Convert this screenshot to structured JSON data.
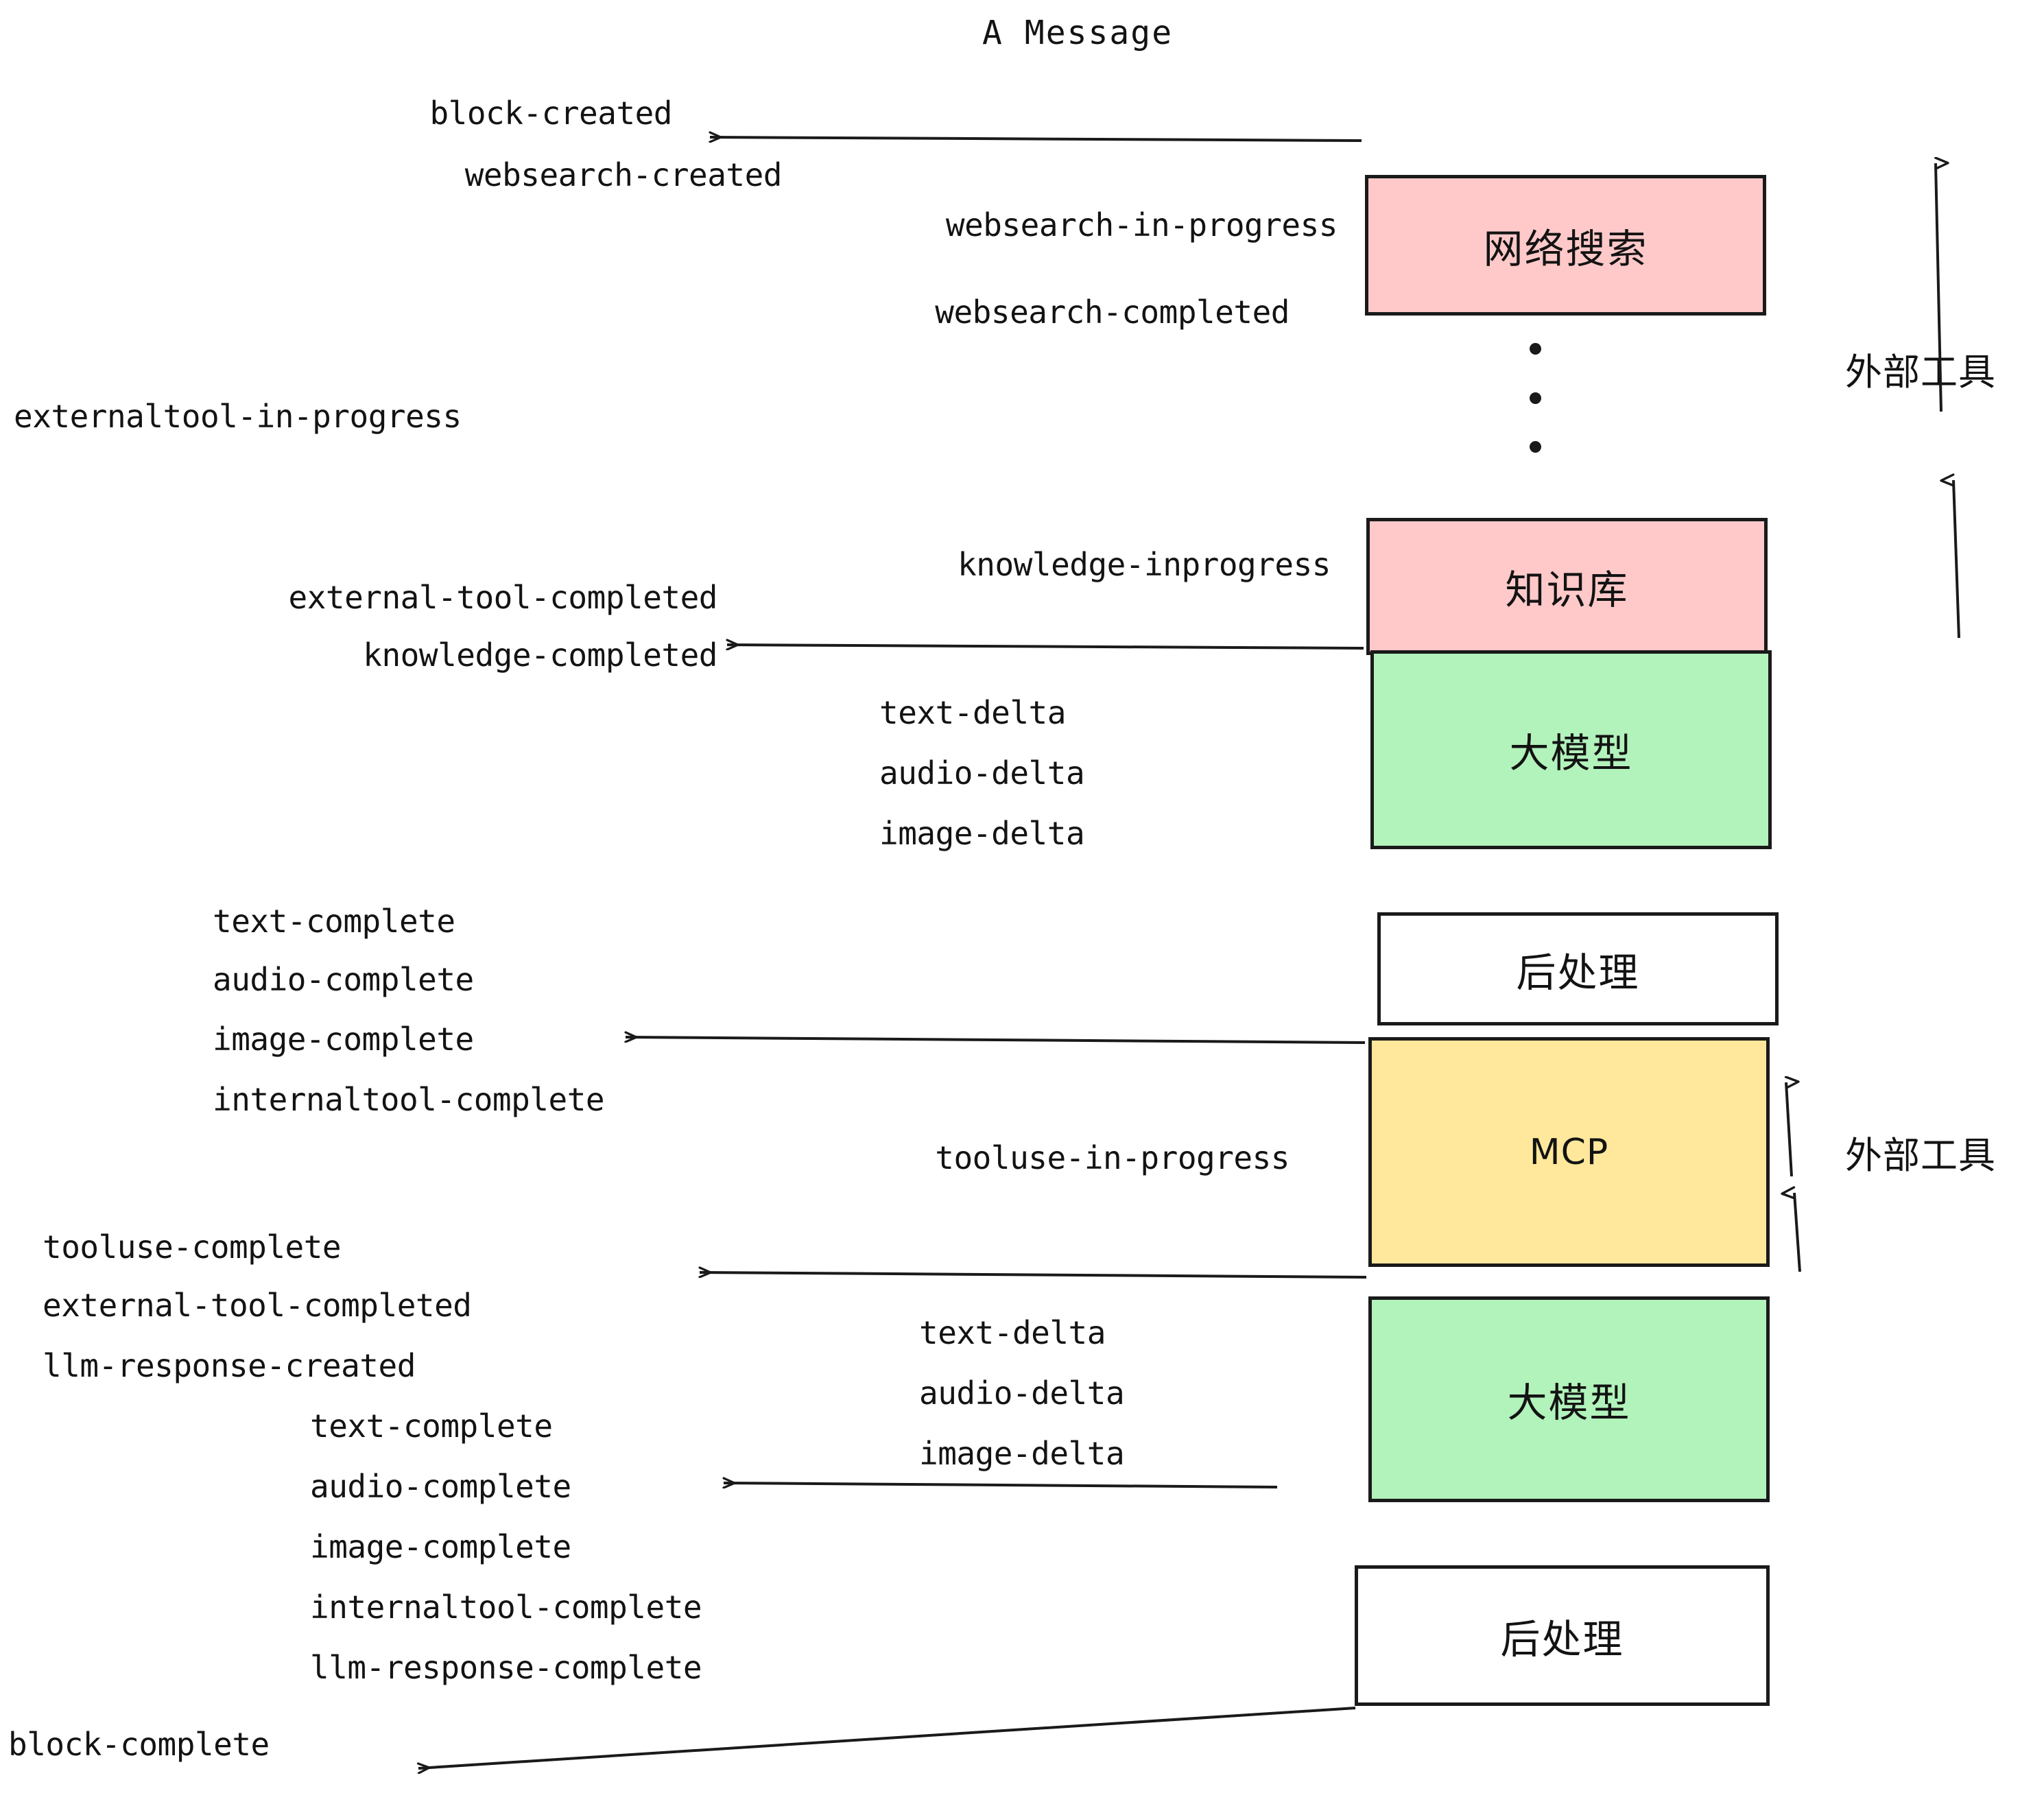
{
  "diagram": {
    "title": "A Message",
    "colors": {
      "pink": "#FFC9C9",
      "green": "#B2F2BB",
      "yellow": "#FFE89B",
      "white": "#FFFFFF",
      "stroke": "#1A1A1A",
      "text": "#131313",
      "background": "#FFFFFF"
    },
    "nodes": [
      {
        "id": "websearch",
        "label": "网络搜索",
        "fill": "pink",
        "script": "han"
      },
      {
        "id": "knowledge",
        "label": "知识库",
        "fill": "pink",
        "script": "han"
      },
      {
        "id": "llm-1",
        "label": "大模型",
        "fill": "green",
        "script": "han"
      },
      {
        "id": "postprocess-1",
        "label": "后处理",
        "fill": "white",
        "script": "han"
      },
      {
        "id": "mcp",
        "label": "MCP",
        "fill": "yellow",
        "script": "latin"
      },
      {
        "id": "llm-2",
        "label": "大模型",
        "fill": "green",
        "script": "han"
      },
      {
        "id": "postprocess-2",
        "label": "后处理",
        "fill": "white",
        "script": "han"
      }
    ],
    "side_labels": [
      {
        "id": "external-tools-top",
        "text": "外部工具"
      },
      {
        "id": "external-tools-bottom",
        "text": "外部工具"
      }
    ],
    "events": [
      {
        "id": "block-created",
        "text": "block-created"
      },
      {
        "id": "websearch-created",
        "text": "websearch-created"
      },
      {
        "id": "websearch-in-progress",
        "text": "websearch-in-progress"
      },
      {
        "id": "websearch-completed",
        "text": "websearch-completed"
      },
      {
        "id": "externaltool-in-progress",
        "text": "externaltool-in-progress"
      },
      {
        "id": "knowledge-inprogress",
        "text": "knowledge-inprogress"
      },
      {
        "id": "external-tool-completed-1",
        "text": "external-tool-completed"
      },
      {
        "id": "knowledge-completed",
        "text": "knowledge-completed"
      },
      {
        "id": "text-delta-1",
        "text": "text-delta"
      },
      {
        "id": "audio-delta-1",
        "text": "audio-delta"
      },
      {
        "id": "image-delta-1",
        "text": "image-delta"
      },
      {
        "id": "text-complete-1",
        "text": "text-complete"
      },
      {
        "id": "audio-complete-1",
        "text": "audio-complete"
      },
      {
        "id": "image-complete-1",
        "text": "image-complete"
      },
      {
        "id": "internaltool-complete-1",
        "text": "internaltool-complete"
      },
      {
        "id": "tooluse-in-progress",
        "text": "tooluse-in-progress"
      },
      {
        "id": "tooluse-complete",
        "text": "tooluse-complete"
      },
      {
        "id": "external-tool-completed-2",
        "text": "external-tool-completed"
      },
      {
        "id": "llm-response-created",
        "text": "llm-response-created"
      },
      {
        "id": "text-delta-2",
        "text": "text-delta"
      },
      {
        "id": "audio-delta-2",
        "text": "audio-delta"
      },
      {
        "id": "image-delta-2",
        "text": "image-delta"
      },
      {
        "id": "text-complete-2",
        "text": "text-complete"
      },
      {
        "id": "audio-complete-2",
        "text": "audio-complete"
      },
      {
        "id": "image-complete-2",
        "text": "image-complete"
      },
      {
        "id": "internaltool-complete-2",
        "text": "internaltool-complete"
      },
      {
        "id": "llm-response-complete",
        "text": "llm-response-complete"
      },
      {
        "id": "block-complete",
        "text": "block-complete"
      }
    ]
  }
}
